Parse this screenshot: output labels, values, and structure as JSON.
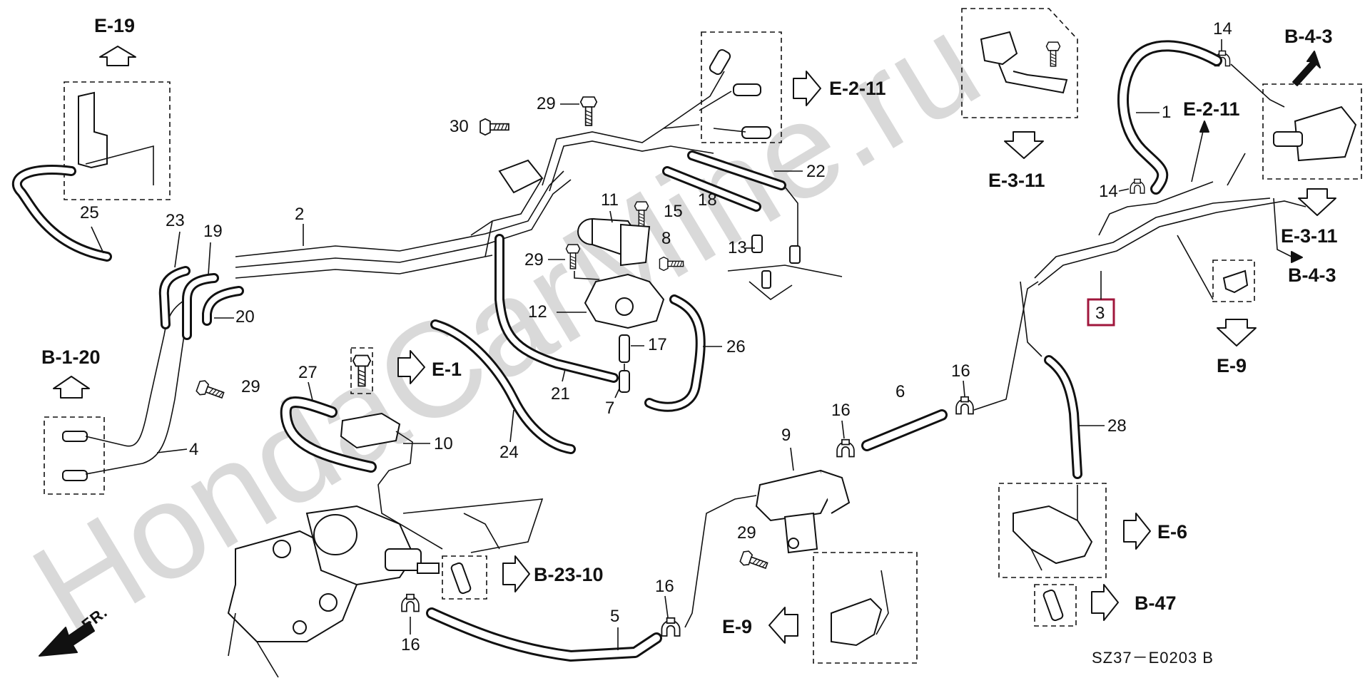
{
  "watermark": "HondaCarMine.ru",
  "diagram_code": "SZ37－E0203 B",
  "front_label": "FR.",
  "highlighted_part": "3",
  "references": {
    "e19": "E-19",
    "e211_top": "E-2-11",
    "e211_right": "E-2-11",
    "b43_top": "B-4-3",
    "b43_right": "B-4-3",
    "e311_upper": "E-3-11",
    "e311_right": "E-3-11",
    "b120": "B-1-20",
    "e1": "E-1",
    "e9_right": "E-9",
    "e9_bottom": "E-9",
    "e6": "E-6",
    "b47": "B-47",
    "b2310": "B-23-10"
  },
  "callouts": {
    "p1": "1",
    "p2": "2",
    "p4": "4",
    "p5": "5",
    "p6": "6",
    "p7": "7",
    "p8": "8",
    "p9": "9",
    "p10": "10",
    "p11": "11",
    "p12": "12",
    "p13": "13",
    "p14a": "14",
    "p14b": "14",
    "p15": "15",
    "p16a": "16",
    "p16b": "16",
    "p16c": "16",
    "p16d": "16",
    "p17": "17",
    "p18": "18",
    "p19": "19",
    "p20": "20",
    "p21": "21",
    "p22": "22",
    "p23": "23",
    "p24": "24",
    "p25": "25",
    "p26": "26",
    "p27": "27",
    "p28": "28",
    "p29a": "29",
    "p29b": "29",
    "p29c": "29",
    "p29d": "29",
    "p30": "30"
  }
}
